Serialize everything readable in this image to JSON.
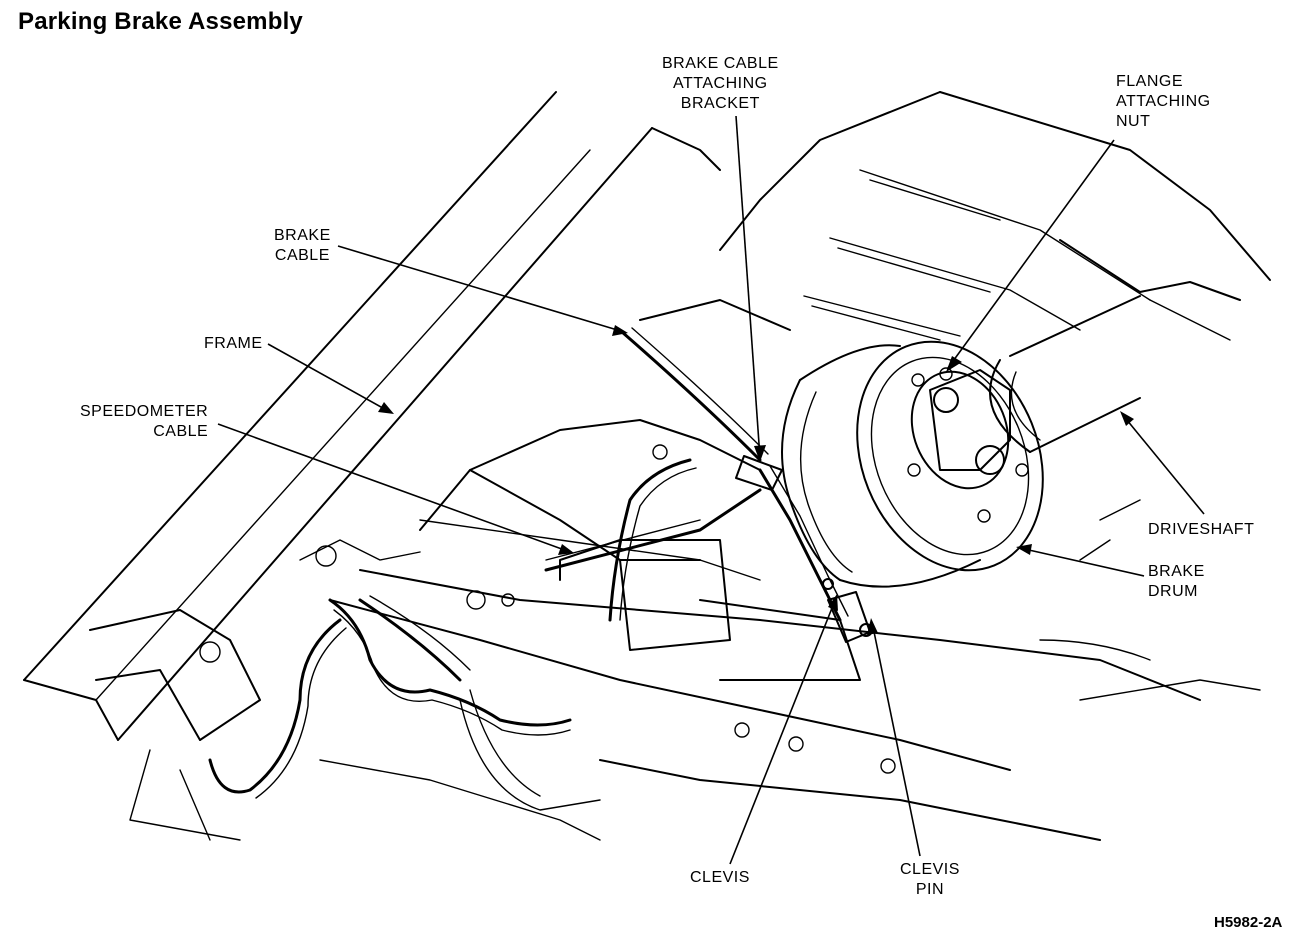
{
  "title": "Parking Brake Assembly",
  "figure_id": "H5982-2A",
  "callouts": {
    "bracket": [
      "BRAKE CABLE",
      "ATTACHING",
      "BRACKET"
    ],
    "flange_nut": [
      "FLANGE",
      "ATTACHING",
      "NUT"
    ],
    "brake_cable": [
      "BRAKE",
      "CABLE"
    ],
    "frame": [
      "FRAME"
    ],
    "speedometer": [
      "SPEEDOMETER",
      "CABLE"
    ],
    "driveshaft": [
      "DRIVESHAFT"
    ],
    "brake_drum": [
      "BRAKE",
      "DRUM"
    ],
    "clevis": [
      "CLEVIS"
    ],
    "clevis_pin": [
      "CLEVIS",
      "PIN"
    ]
  }
}
